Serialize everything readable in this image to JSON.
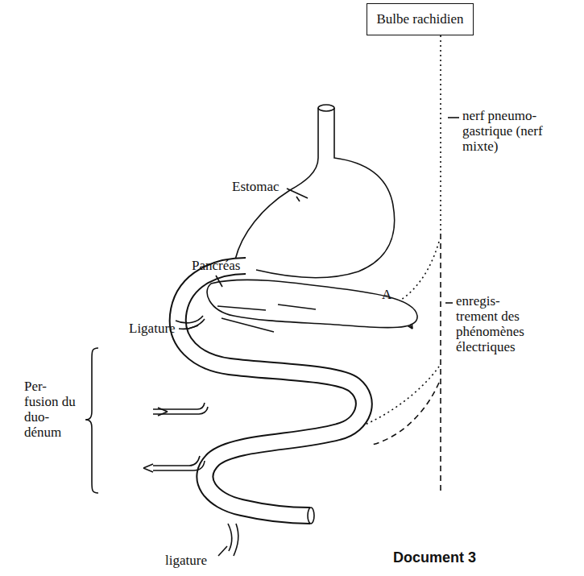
{
  "diagram": {
    "caption": "Document 3",
    "nodes": [
      {
        "text": [
          "Bulbe rachidien"
        ]
      }
    ],
    "labels": [
      "nerf pneumo- gastrique (nerf mixte)",
      "Estomac",
      "Pancréas",
      "A",
      "enregis- trement des phénomènes électriques",
      "Ligature",
      "Per- fusion du duo- dénum",
      "ligature"
    ]
  }
}
